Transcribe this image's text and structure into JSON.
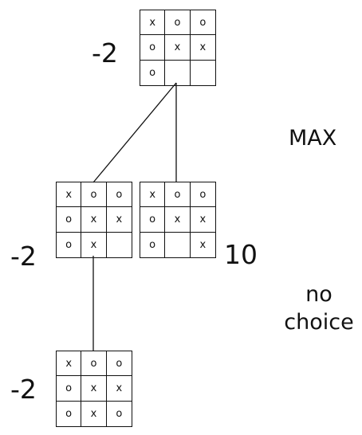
{
  "nodes": {
    "root": {
      "score": "-2",
      "cells": [
        "x",
        "o",
        "o",
        "o",
        "x",
        "x",
        "o",
        "",
        ""
      ]
    },
    "left": {
      "score": "-2",
      "cells": [
        "x",
        "o",
        "o",
        "o",
        "x",
        "x",
        "o",
        "x",
        ""
      ]
    },
    "right": {
      "score": "10",
      "cells": [
        "x",
        "o",
        "o",
        "o",
        "x",
        "x",
        "o",
        "",
        "x"
      ]
    },
    "bottom": {
      "score": "-2",
      "cells": [
        "x",
        "o",
        "o",
        "o",
        "x",
        "x",
        "o",
        "x",
        "o"
      ]
    }
  },
  "labels": {
    "max": "MAX",
    "no_choice_line1": "no",
    "no_choice_line2": "choice"
  }
}
